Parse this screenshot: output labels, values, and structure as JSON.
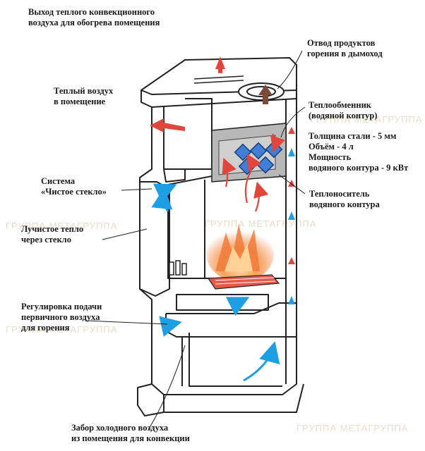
{
  "colors": {
    "outline": "#222222",
    "hot_air": "#e0463c",
    "cold_air": "#1f9fe3",
    "flame": "#f07a3a",
    "flue": "#7a4a3a",
    "exchanger": "#3f7fd6",
    "watermark": "#e9dccb"
  },
  "labels": {
    "warm_outlet": [
      "Выход теплого конвекционного",
      "воздуха для обогрева помещения"
    ],
    "flue_gas": [
      "Отвод продуктов",
      "горения в дымоход"
    ],
    "warm_air_room": [
      "Теплый воздух",
      "в помещение"
    ],
    "heat_exchanger": [
      "Теплообменник",
      "(водяной контур)"
    ],
    "specs": [
      "Толщина стали - 5 мм",
      "Объём - 4 л",
      "Мощность",
      "водяного контура - 9 кВт"
    ],
    "clean_glass": [
      "Система",
      "«Чистое стекло»"
    ],
    "coolant": [
      "Теплоноситель",
      "водяного контура"
    ],
    "radiant_heat": [
      "Лучистое тепло",
      "через стекло"
    ],
    "primary_air": [
      "Регулировка подачи",
      "первичного воздуха",
      "для горения"
    ],
    "cold_intake": [
      "Забор холодного воздуха",
      "из помещения для конвекции"
    ]
  },
  "watermark": {
    "text": "ГРУППА МЕТАГРУППА"
  },
  "icons": [
    "hot-air-arrow",
    "cold-air-arrow",
    "flue-arrow",
    "flame",
    "grate",
    "heat-exchanger-pipes"
  ]
}
